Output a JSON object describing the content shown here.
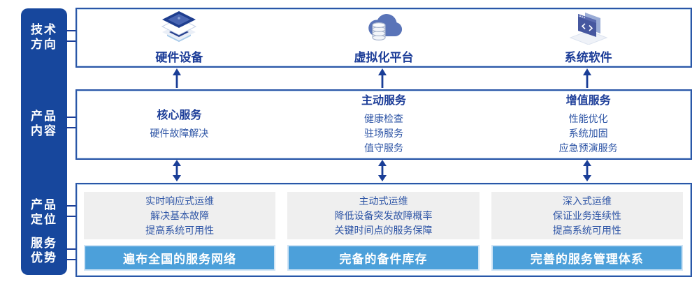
{
  "colors": {
    "sidebar_navy": "#17479D",
    "connector_navy": "#1A3E97",
    "frame_border_blue": "#2A56A7",
    "header_text_navy": "#1C3D98",
    "body_text_navy": "#2E55A6",
    "advantage_bar_blue": "#4CA0DA",
    "gray_panel": "#EFEFEF"
  },
  "sidebar": {
    "items": [
      {
        "label": "技术方向",
        "line1": "技术",
        "line2": "方向"
      },
      {
        "label": "产品内容",
        "line1": "产品",
        "line2": "内容"
      },
      {
        "label": "产品定位",
        "line1": "产品",
        "line2": "定位"
      },
      {
        "label": "服务优势",
        "line1": "服务",
        "line2": "优势"
      }
    ]
  },
  "tech_row": {
    "items": [
      {
        "label": "硬件设备",
        "icon": "server-stack-icon"
      },
      {
        "label": "虚拟化平台",
        "icon": "cloud-database-icon"
      },
      {
        "label": "系统软件",
        "icon": "code-window-icon"
      }
    ]
  },
  "content_row": {
    "columns": [
      {
        "title": "核心服务",
        "items": [
          "硬件故障解决"
        ]
      },
      {
        "title": "主动服务",
        "items": [
          "健康检查",
          "驻场服务",
          "值守服务"
        ]
      },
      {
        "title": "增值服务",
        "items": [
          "性能优化",
          "系统加固",
          "应急预演服务"
        ]
      }
    ]
  },
  "position_row": {
    "columns": [
      {
        "points": [
          "实时响应式运维",
          "解决基本故障",
          "提高系统可用性"
        ],
        "advantage": "遍布全国的服务网络"
      },
      {
        "points": [
          "主动式运维",
          "降低设备突发故障概率",
          "关键时间点的服务保障"
        ],
        "advantage": "完备的备件库存"
      },
      {
        "points": [
          "深入式运维",
          "保证业务连续性",
          "提高系统可用性"
        ],
        "advantage": "完善的服务管理体系"
      }
    ]
  }
}
